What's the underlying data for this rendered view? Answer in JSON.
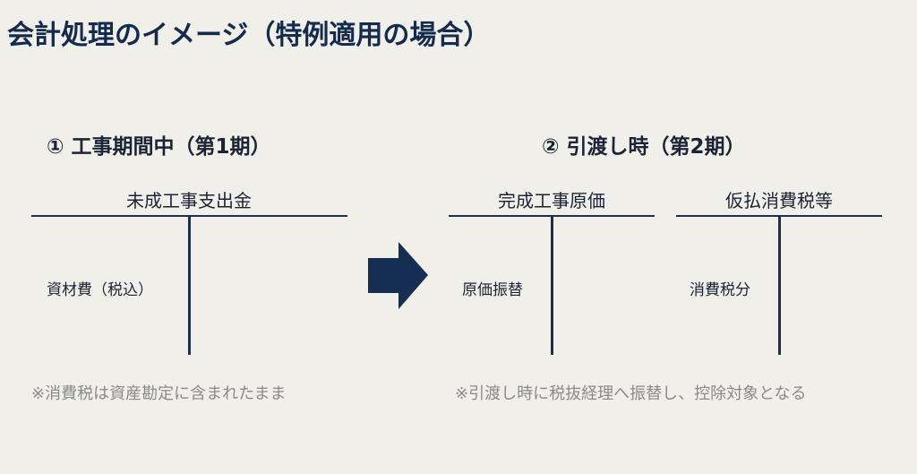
{
  "title": "会計処理のイメージ（特例適用の場合）",
  "left": {
    "heading": "① 工事期間中（第1期）",
    "account": {
      "name": "未成工事支出金",
      "debit_entry": "資材費（税込）"
    },
    "note": "※消費税は資産勘定に含まれたまま"
  },
  "arrow_icon": "right-arrow",
  "right": {
    "heading": "② 引渡し時（第2期）",
    "accounts": [
      {
        "name": "完成工事原価",
        "debit_entry": "原価振替"
      },
      {
        "name": "仮払消費税等",
        "debit_entry": "消費税分"
      }
    ],
    "note": "※引渡し時に税抜経理へ振替し、控除対象となる"
  },
  "colors": {
    "background": "#f0efe9",
    "accent": "#152e52",
    "note": "#8a8a8a"
  }
}
